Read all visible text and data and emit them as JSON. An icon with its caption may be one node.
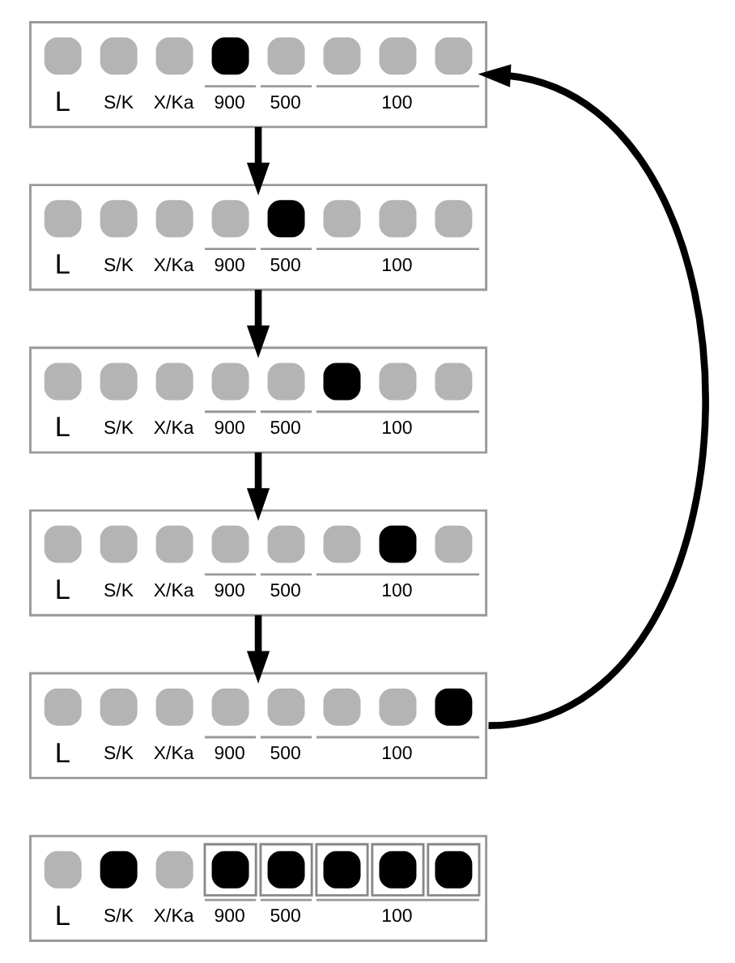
{
  "diagram": {
    "nodes": [
      {
        "text": [
          "L",
          "S/K",
          "X/Ka",
          "900",
          "500",
          "100"
        ]
      },
      {
        "text": [
          "L",
          "S/K",
          "X/Ka",
          "900",
          "500",
          "100"
        ]
      },
      {
        "text": [
          "L",
          "S/K",
          "X/Ka",
          "900",
          "500",
          "100"
        ]
      },
      {
        "text": [
          "L",
          "S/K",
          "X/Ka",
          "900",
          "500",
          "100"
        ]
      },
      {
        "text": [
          "L",
          "S/K",
          "X/Ka",
          "900",
          "500",
          "100"
        ]
      },
      {
        "text": [
          "L",
          "S/K",
          "X/Ka",
          "900",
          "500",
          "100"
        ]
      }
    ],
    "edges": [
      {
        "from": 0,
        "to": 1,
        "arrow": "to"
      },
      {
        "from": 1,
        "to": 2,
        "arrow": "to"
      },
      {
        "from": 2,
        "to": 3,
        "arrow": "to"
      },
      {
        "from": 3,
        "to": 4,
        "arrow": "to"
      },
      {
        "from": 4,
        "to": 0,
        "arrow": "to"
      }
    ]
  }
}
